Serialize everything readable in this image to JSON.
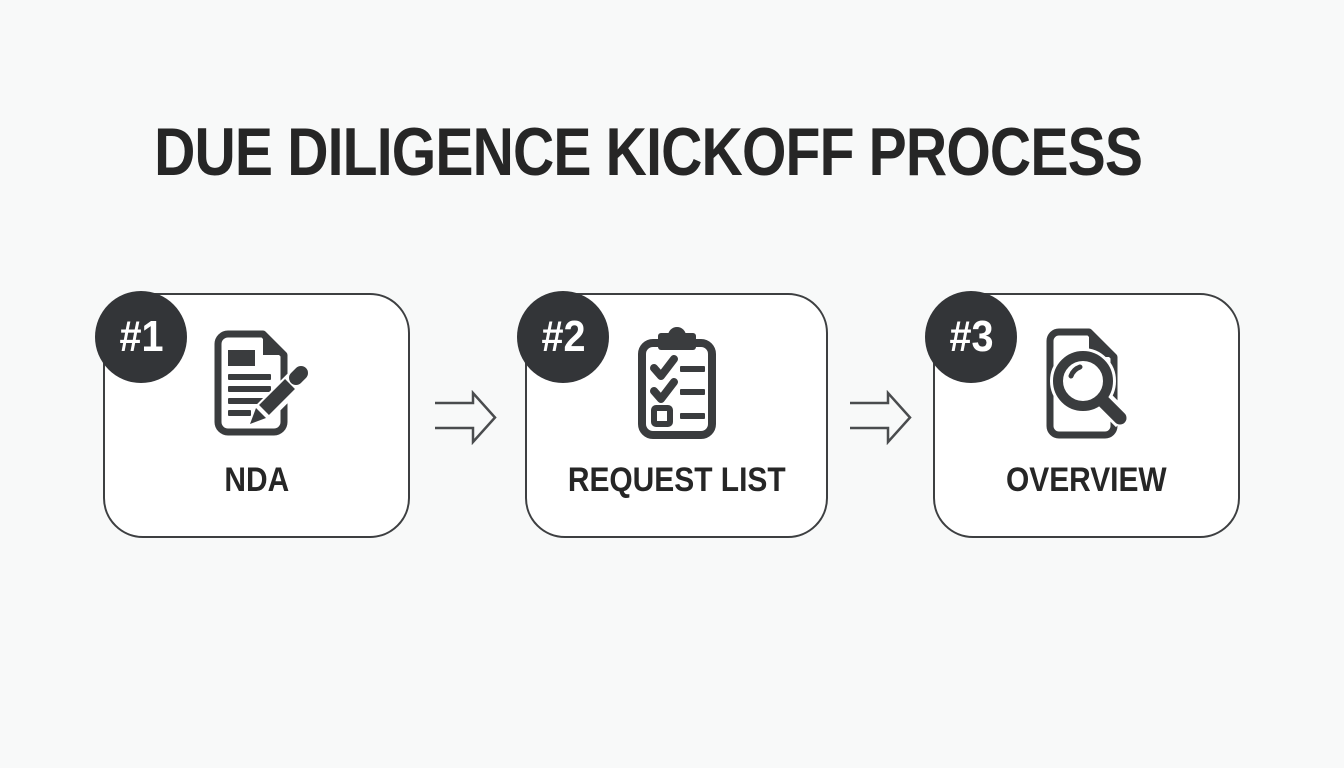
{
  "title": "DUE DILIGENCE KICKOFF PROCESS",
  "colors": {
    "background": "#f8f9f9",
    "card_bg": "#ffffff",
    "border": "#3d3f41",
    "ink": "#262626",
    "icon": "#3a3c3e",
    "badge_bg": "#333538",
    "badge_text": "#ffffff",
    "arrow": "#4a4c4e"
  },
  "steps": [
    {
      "badge": "#1",
      "label": "NDA",
      "icon": "document-pen-icon"
    },
    {
      "badge": "#2",
      "label": "REQUEST LIST",
      "icon": "clipboard-checklist-icon"
    },
    {
      "badge": "#3",
      "label": "OVERVIEW",
      "icon": "document-magnifier-icon"
    }
  ]
}
